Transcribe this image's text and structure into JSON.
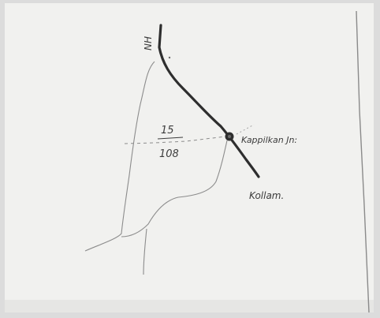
{
  "sketch": {
    "highway_label": "NH",
    "fraction_top": "15",
    "fraction_bottom": "108",
    "junction_label": "Kappilkan Jn:",
    "destination_label": "Kollam."
  },
  "colors": {
    "paper": "#f1f1ef",
    "margin_line": "#8a8a8a",
    "pencil_light": "#8c8c8c",
    "pencil_dark": "#2e2e2e"
  }
}
